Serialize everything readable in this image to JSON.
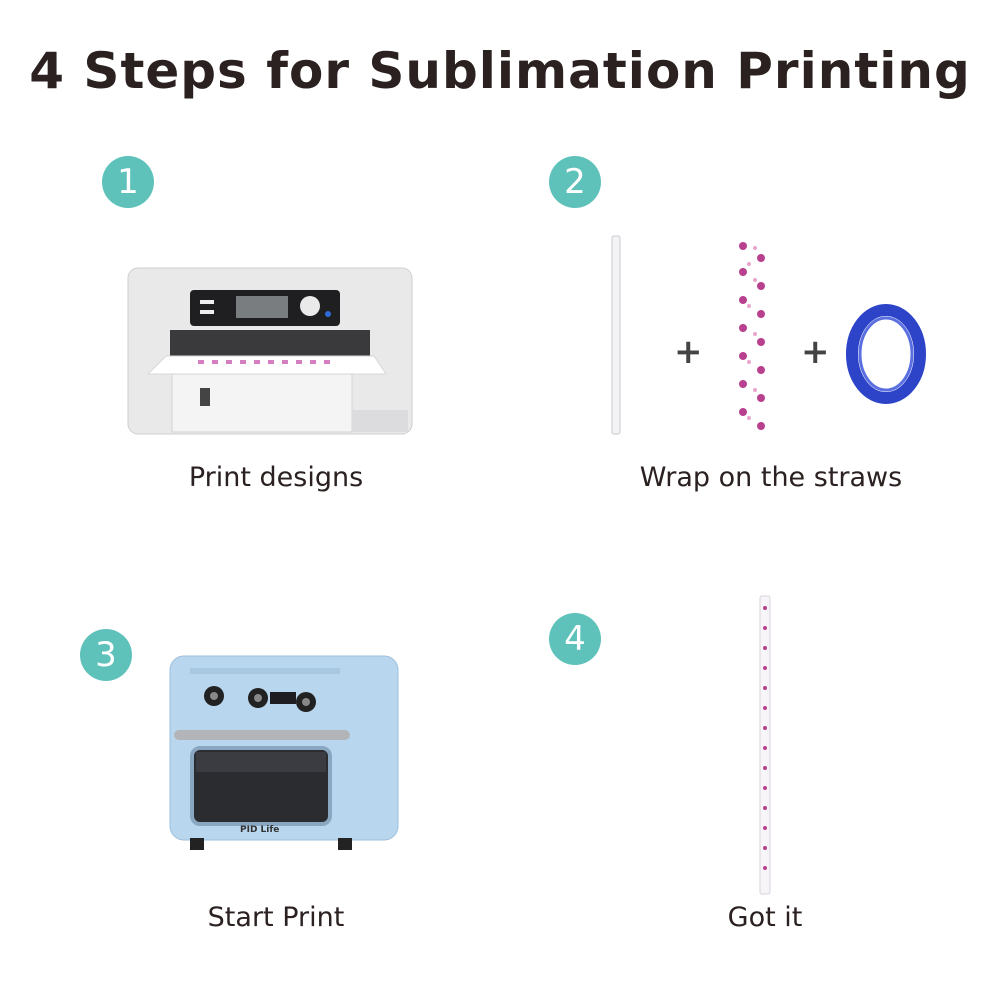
{
  "title": "4 Steps for Sublimation Printing",
  "accent_color": "#5ec2bb",
  "steps": [
    {
      "number": "1",
      "caption": "Print designs",
      "icon": "printer-icon"
    },
    {
      "number": "2",
      "caption": "Wrap on the straws",
      "icon": "straw-paper-tape-icon"
    },
    {
      "number": "3",
      "caption": "Start Print",
      "icon": "oven-icon"
    },
    {
      "number": "4",
      "caption": "Got it",
      "icon": "printed-straw-icon"
    }
  ],
  "step2_plus": "+",
  "oven_brand": "PID Life"
}
